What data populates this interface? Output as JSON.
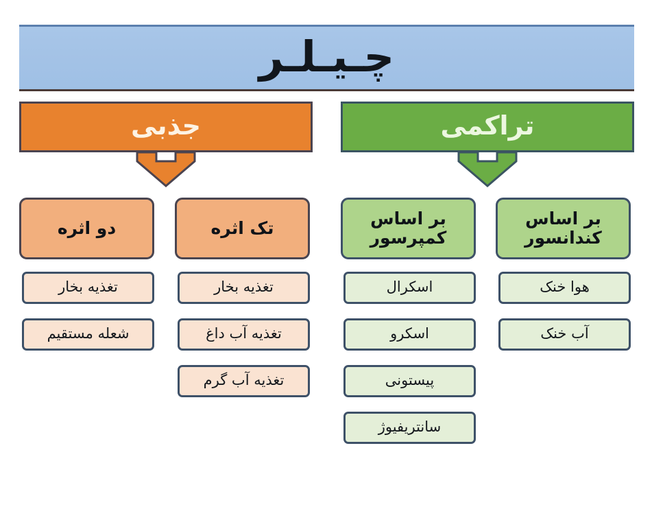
{
  "title": {
    "label": "چـیـلـر"
  },
  "branches": [
    {
      "id": "absorption",
      "label": "جذبی",
      "accent": "#e8822e",
      "border": "#4b4450",
      "arrow_icon": "down-arrow-icon"
    },
    {
      "id": "compression",
      "label": "تراکمی",
      "accent": "#6bad45",
      "border": "#3b5562",
      "arrow_icon": "down-arrow-icon"
    }
  ],
  "columns": [
    {
      "id": "double-effect",
      "head": "دو اثره",
      "head_color": "#f2af7d",
      "leaf_color": "#fae3d2",
      "items": [
        "تغذیه بخار",
        "شعله مستقیم"
      ]
    },
    {
      "id": "single-effect",
      "head": "تک اثره",
      "head_color": "#f2af7d",
      "leaf_color": "#fae3d2",
      "items": [
        "تغذیه بخار",
        "تغذیه آب داغ",
        "تغذیه آب گرم"
      ]
    },
    {
      "id": "by-compressor",
      "head": "بر اساس کمپرسور",
      "head_color": "#aed48b",
      "leaf_color": "#e4efd8",
      "items": [
        "اسکرال",
        "اسکرو",
        "پیستونی",
        "سانتریفیوژ"
      ]
    },
    {
      "id": "by-condenser",
      "head": "بر اساس کندانسور",
      "head_color": "#aed48b",
      "leaf_color": "#e4efd8",
      "items": [
        "هوا خنک",
        "آب خنک"
      ]
    }
  ]
}
